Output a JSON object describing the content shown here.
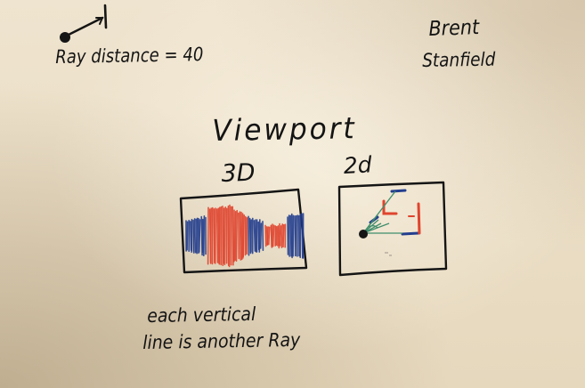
{
  "top_left": {
    "label": "Ray distance = 40"
  },
  "author": {
    "first": "Brent",
    "last": "Stanfield"
  },
  "viewport": {
    "title": "Viewport",
    "view_3d_label": "3D",
    "view_2d_label": "2d"
  },
  "caption": {
    "line1": "each vertical",
    "line2": "line is another Ray"
  },
  "colors": {
    "marker_black": "#151515",
    "marker_red": "#e0442e",
    "marker_blue": "#233e8e",
    "marker_green": "#3f8e6c",
    "board": "#ebe0ca"
  },
  "icons": [
    "ray-origin-dot-icon",
    "ray-arrow-icon",
    "wall-stop-icon",
    "player-dot-icon",
    "ray-fan-icon"
  ]
}
